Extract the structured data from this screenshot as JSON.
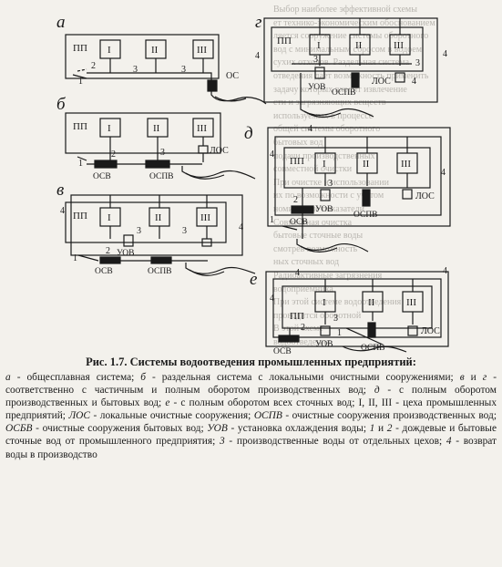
{
  "figure": {
    "labels": {
      "a": "а",
      "b": "б",
      "v": "в",
      "g": "г",
      "d": "д",
      "e": "е"
    },
    "block_labels": {
      "pp": "ПП",
      "w1": "I",
      "w2": "II",
      "w3": "III",
      "os": "ОС",
      "osv": "ОСВ",
      "ospv": "ОСПВ",
      "los": "ЛОС",
      "uov": "УОВ"
    },
    "line_numbers": {
      "n1": "1",
      "n2": "2",
      "n3": "3",
      "n4": "4"
    }
  },
  "caption": {
    "title": "Рис. 1.7. Системы водоотведения промышленных предприятий:",
    "body": [
      {
        "t": "а",
        "i": true
      },
      {
        "t": " - общесплавная система; "
      },
      {
        "t": "б",
        "i": true
      },
      {
        "t": " - раздельная система с локальными очистными сооружениями; "
      },
      {
        "t": "в",
        "i": true
      },
      {
        "t": " и "
      },
      {
        "t": "г",
        "i": true
      },
      {
        "t": " - соответственно с частичным и полным оборотом производственных вод; "
      },
      {
        "t": "д",
        "i": true
      },
      {
        "t": " - с полным оборотом производственных и бытовых вод; "
      },
      {
        "t": "е",
        "i": true
      },
      {
        "t": " - с полным оборотом всех сточных вод; I, II, III - цеха промышленных предприятий; "
      },
      {
        "t": "ЛОС",
        "i": true
      },
      {
        "t": " - локальные очистные сооружения; "
      },
      {
        "t": "ОСПВ",
        "i": true
      },
      {
        "t": " - очистные сооружения производственных вод; "
      },
      {
        "t": "ОСБВ",
        "i": true
      },
      {
        "t": " - очистные сооружения бытовых вод; "
      },
      {
        "t": "УОВ",
        "i": true
      },
      {
        "t": " - установка охлаждения воды; "
      },
      {
        "t": "1",
        "i": true
      },
      {
        "t": " и "
      },
      {
        "t": "2",
        "i": true
      },
      {
        "t": " - дождевые и бытовые сточные вод от промышленного предприятия; "
      },
      {
        "t": "3",
        "i": true
      },
      {
        "t": " - производственные воды от отдельных цехов; "
      },
      {
        "t": "4",
        "i": true
      },
      {
        "t": " - возврат воды в производство"
      }
    ]
  },
  "background_text": [
    "Выбор наиболее эффективной схемы",
    "ет технико-экономическим обоснованием",
    "ляется сооружение системы оборотного",
    "вод с минимальным сбросом в водоем",
    "сухих отходов. Раздельная система",
    "отведения дает возможность применить",
    "задачу которых входит извлечение",
    "сти и загрязняющих веществ",
    "используемых в процессе",
    "общей системы оборотного",
    "бытовых вод",
    "подачи производственных",
    "совместной очистки",
    "При очистке и использовании",
    "их по возможности с учетом",
    "номические показатели",
    "Совместная очистка",
    "бытовые сточные воды",
    "смотрев возможность",
    "ных сточных вод",
    "Радиоактивные загрязнения",
    "водоприемника",
    "При этой системе водоотведения",
    "проводится оборотной",
    "В этой схеме",
    "водоотведения"
  ]
}
